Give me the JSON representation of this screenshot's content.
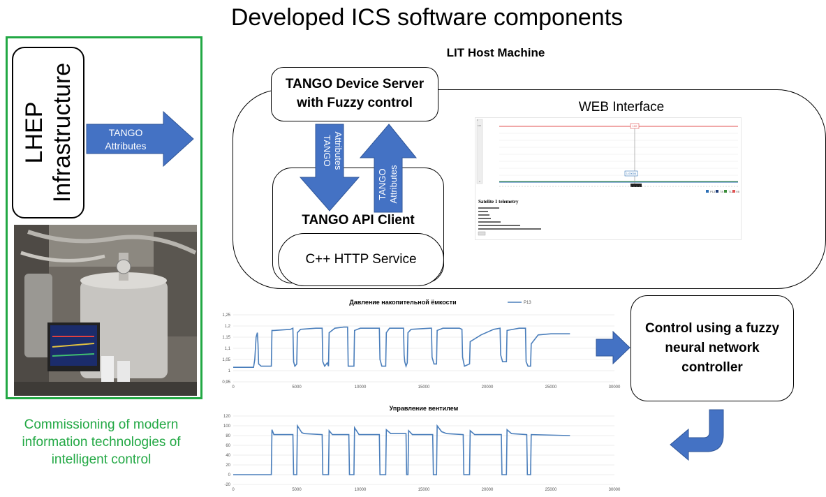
{
  "page": {
    "title": "Developed ICS software components",
    "lit_host_title": "LIT Host Machine"
  },
  "left_panel": {
    "lhep_line1": "LHEP",
    "lhep_line2": "Infrastructure",
    "arrow_line1": "TANGO",
    "arrow_line2": "Attributes",
    "caption_line1": "Commissioning of modern",
    "caption_line2": "information technologies of",
    "caption_line3": "intelligent control",
    "frame_color": "#22a844"
  },
  "host": {
    "device_server_line1": "TANGO Device Server",
    "device_server_line2": "with Fuzzy control",
    "down_arrow_line1": "TANGO",
    "down_arrow_line2": "Attributes",
    "up_arrow_line1": "TANGO",
    "up_arrow_line2": "Attributes",
    "api_client": "TANGO API Client",
    "http_service": "C++ HTTP Service",
    "web_interface": "WEB Interface",
    "arrow_color": "#4472c4"
  },
  "web_screenshot": {
    "telemetry_title": "Satelite 1 telemetry",
    "marker_value": "1.00004",
    "top_marker": "100",
    "legend": [
      "P13",
      "T8",
      "T12",
      "V8"
    ]
  },
  "controller": {
    "line1": "Control using a fuzzy",
    "line2": "neural network",
    "line3": "controller"
  },
  "chart_data": [
    {
      "type": "line",
      "title": "Давление накопительной ёмкости",
      "legend_position": "top-right",
      "series": [
        {
          "name": "P13",
          "color": "#4a7ebb"
        }
      ],
      "x_ticks": [
        0,
        5000,
        10000,
        15000,
        20000,
        25000,
        30000
      ],
      "y_ticks": [
        "0,95",
        "1",
        "1,05",
        "1,1",
        "1,15",
        "1,2",
        "1,25"
      ],
      "ylim": [
        0.95,
        1.25
      ],
      "xlim": [
        0,
        30000
      ],
      "grid": true,
      "points": [
        [
          0,
          1.015
        ],
        [
          1600,
          1.015
        ],
        [
          1700,
          1.05
        ],
        [
          1800,
          1.15
        ],
        [
          1900,
          1.17
        ],
        [
          1950,
          1.12
        ],
        [
          2000,
          1.03
        ],
        [
          2200,
          1.02
        ],
        [
          3000,
          1.02
        ],
        [
          3050,
          1.18
        ],
        [
          3200,
          1.18
        ],
        [
          4500,
          1.185
        ],
        [
          4700,
          1.19
        ],
        [
          4750,
          1.04
        ],
        [
          4850,
          1.02
        ],
        [
          5000,
          1.03
        ],
        [
          5050,
          1.17
        ],
        [
          5300,
          1.185
        ],
        [
          6500,
          1.19
        ],
        [
          7000,
          1.19
        ],
        [
          7050,
          1.04
        ],
        [
          7200,
          1.02
        ],
        [
          7400,
          1.035
        ],
        [
          7500,
          1.02
        ],
        [
          7550,
          1.17
        ],
        [
          8000,
          1.19
        ],
        [
          8700,
          1.195
        ],
        [
          9000,
          1.195
        ],
        [
          9050,
          1.02
        ],
        [
          9400,
          1.02
        ],
        [
          9500,
          1.02
        ],
        [
          9550,
          1.18
        ],
        [
          10000,
          1.19
        ],
        [
          11000,
          1.19
        ],
        [
          11500,
          1.19
        ],
        [
          11550,
          1.05
        ],
        [
          11700,
          1.02
        ],
        [
          12000,
          1.02
        ],
        [
          12050,
          1.17
        ],
        [
          12300,
          1.19
        ],
        [
          13400,
          1.19
        ],
        [
          13450,
          1.07
        ],
        [
          13500,
          1.04
        ],
        [
          13600,
          1.02
        ],
        [
          13700,
          1.035
        ],
        [
          13750,
          1.17
        ],
        [
          14000,
          1.185
        ],
        [
          15500,
          1.19
        ],
        [
          15600,
          1.19
        ],
        [
          15650,
          1.06
        ],
        [
          15800,
          1.03
        ],
        [
          16000,
          1.03
        ],
        [
          16050,
          1.18
        ],
        [
          16500,
          1.19
        ],
        [
          17800,
          1.19
        ],
        [
          18000,
          1.185
        ],
        [
          18050,
          1.06
        ],
        [
          18200,
          1.02
        ],
        [
          18600,
          1.03
        ],
        [
          18650,
          1.13
        ],
        [
          19500,
          1.16
        ],
        [
          20500,
          1.185
        ],
        [
          21000,
          1.19
        ],
        [
          21050,
          1.07
        ],
        [
          21200,
          1.04
        ],
        [
          21500,
          1.04
        ],
        [
          21550,
          1.18
        ],
        [
          22500,
          1.19
        ],
        [
          23000,
          1.19
        ],
        [
          23050,
          1.04
        ],
        [
          23200,
          1.02
        ],
        [
          23400,
          1.02
        ],
        [
          23450,
          1.12
        ],
        [
          24000,
          1.16
        ],
        [
          25000,
          1.165
        ],
        [
          26500,
          1.165
        ]
      ]
    },
    {
      "type": "line",
      "title": "Управление вентилем",
      "series": [
        {
          "name": "",
          "color": "#4a7ebb"
        }
      ],
      "x_ticks": [
        0,
        5000,
        10000,
        15000,
        20000,
        25000,
        30000
      ],
      "y_ticks": [
        "-20",
        "0",
        "20",
        "40",
        "60",
        "80",
        "100",
        "120"
      ],
      "ylim": [
        -20,
        120
      ],
      "xlim": [
        0,
        30000
      ],
      "grid": true,
      "points": [
        [
          0,
          0
        ],
        [
          3000,
          0
        ],
        [
          3050,
          92
        ],
        [
          3200,
          82
        ],
        [
          4700,
          82
        ],
        [
          4750,
          0
        ],
        [
          5000,
          0
        ],
        [
          5050,
          100
        ],
        [
          5400,
          86
        ],
        [
          5600,
          84
        ],
        [
          7000,
          82
        ],
        [
          7050,
          0
        ],
        [
          7500,
          0
        ],
        [
          7550,
          90
        ],
        [
          7800,
          82
        ],
        [
          9100,
          82
        ],
        [
          9150,
          0
        ],
        [
          9500,
          0
        ],
        [
          9550,
          96
        ],
        [
          9900,
          82
        ],
        [
          11500,
          82
        ],
        [
          11550,
          0
        ],
        [
          12000,
          0
        ],
        [
          12050,
          92
        ],
        [
          12400,
          84
        ],
        [
          13600,
          84
        ],
        [
          13650,
          0
        ],
        [
          13750,
          0
        ],
        [
          13800,
          90
        ],
        [
          14100,
          82
        ],
        [
          15700,
          82
        ],
        [
          15750,
          0
        ],
        [
          16000,
          0
        ],
        [
          16050,
          100
        ],
        [
          16400,
          88
        ],
        [
          16800,
          84
        ],
        [
          18100,
          82
        ],
        [
          18150,
          0
        ],
        [
          18600,
          0
        ],
        [
          18650,
          90
        ],
        [
          19000,
          82
        ],
        [
          21100,
          82
        ],
        [
          21150,
          0
        ],
        [
          21500,
          0
        ],
        [
          21550,
          92
        ],
        [
          21900,
          84
        ],
        [
          23100,
          82
        ],
        [
          23150,
          0
        ],
        [
          23400,
          0
        ],
        [
          23450,
          82
        ],
        [
          26500,
          80
        ]
      ]
    }
  ]
}
